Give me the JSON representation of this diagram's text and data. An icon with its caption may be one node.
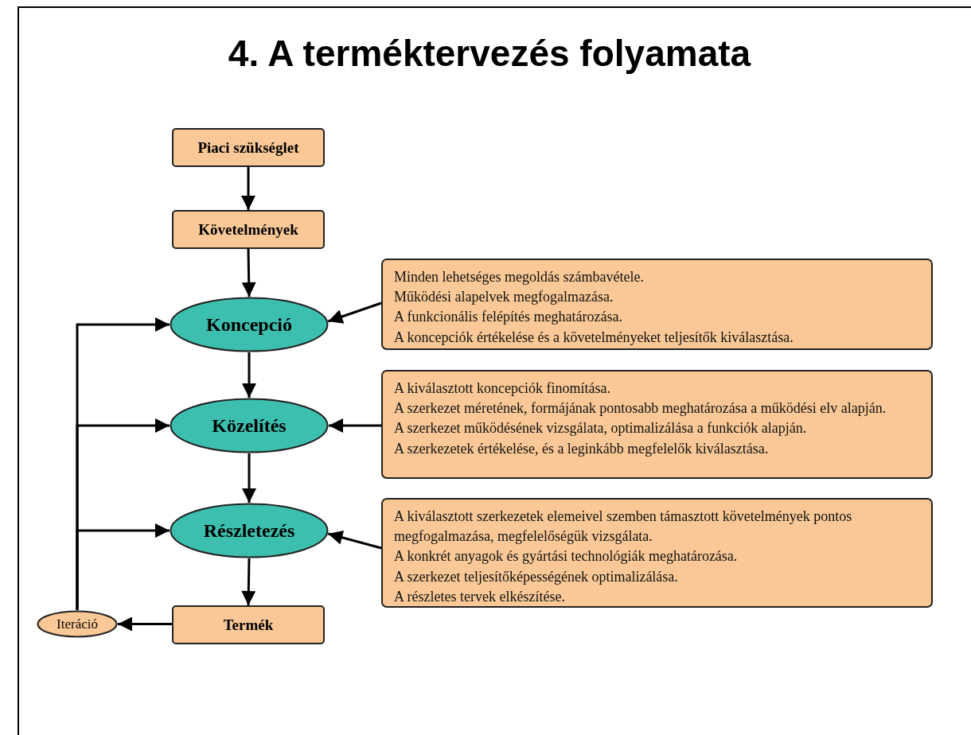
{
  "diagram": {
    "title": "4. A terméktervezés folyamata",
    "nodes": [
      {
        "text": [
          "Piaci szükséglet"
        ]
      },
      {
        "text": [
          "Követelmények"
        ]
      },
      {
        "text": [
          "Koncepció"
        ]
      },
      {
        "text": [
          "Közelítés"
        ]
      },
      {
        "text": [
          "Részletezés"
        ]
      },
      {
        "text": [
          "Termék"
        ]
      },
      {
        "text": [
          "Iteráció"
        ]
      },
      {
        "text": [
          "Minden lehetséges megoldás számbavétele.",
          "Működési alapelvek megfogalmazása.",
          "A funkcionális felépítés meghatározása.",
          "A koncepciók értékelése és a követelményeket teljesítők kiválasztása."
        ]
      },
      {
        "text": [
          "A kiválasztott koncepciók finomítása.",
          "A szerkezet méretének, formájának pontosabb meghatározása a működési elv alapján.",
          "A szerkezet működésének vizsgálata, optimalizálása a funkciók alapján.",
          "A szerkezetek értékelése, és a leginkább megfelelők kiválasztása."
        ]
      },
      {
        "text": [
          "A kiválasztott szerkezetek elemeivel szemben támasztott követelmények pontos megfogalmazása, megfelelőségük vizsgálata.",
          "A konkrét anyagok és gyártási technológiák meghatározása.",
          "A szerkezet teljesítőképességének optimalizálása.",
          "A részletes tervek elkészítése."
        ]
      }
    ],
    "edges": [
      {
        "from": 0,
        "to": 1,
        "arrow": "to"
      },
      {
        "from": 1,
        "to": 2,
        "arrow": "to"
      },
      {
        "from": 2,
        "to": 3,
        "arrow": "to"
      },
      {
        "from": 3,
        "to": 4,
        "arrow": "to"
      },
      {
        "from": 4,
        "to": 5,
        "arrow": "to"
      },
      {
        "from": 5,
        "to": 6,
        "arrow": "to"
      },
      {
        "from": 6,
        "to": 2,
        "arrow": "to"
      },
      {
        "from": 6,
        "to": 3,
        "arrow": "to"
      },
      {
        "from": 6,
        "to": 4,
        "arrow": "to"
      },
      {
        "from": 7,
        "to": 2,
        "arrow": "to"
      },
      {
        "from": 8,
        "to": 3,
        "arrow": "to"
      },
      {
        "from": 9,
        "to": 4,
        "arrow": "to"
      }
    ]
  }
}
